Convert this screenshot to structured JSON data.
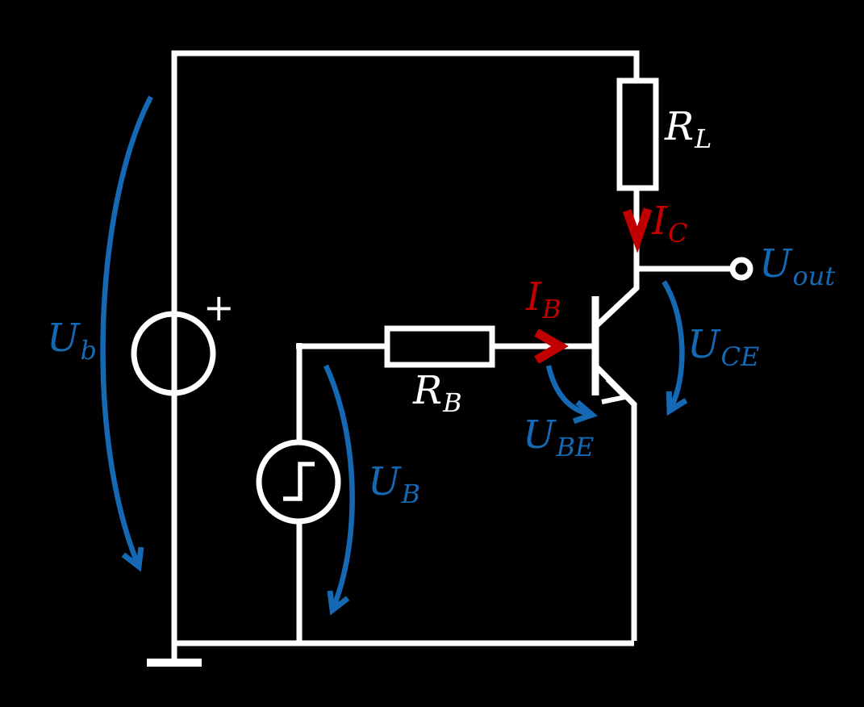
{
  "diagram": {
    "kind": "circuit-schematic",
    "colors": {
      "background": "#000000",
      "wire": "#FFFFFF",
      "voltage_annotation": "#1569B4",
      "current_annotation": "#C00000"
    },
    "labels": {
      "supply_voltage": {
        "main": "U",
        "sub": "b"
      },
      "load_resistor": {
        "main": "R",
        "sub": "L"
      },
      "collector_current": {
        "main": "I",
        "sub": "C"
      },
      "output_voltage": {
        "main": "U",
        "sub": "out"
      },
      "base_current": {
        "main": "I",
        "sub": "B"
      },
      "base_resistor": {
        "main": "R",
        "sub": "B"
      },
      "base_emitter_voltage": {
        "main": "U",
        "sub": "BE"
      },
      "collector_emitter_voltage": {
        "main": "U",
        "sub": "CE"
      },
      "input_voltage": {
        "main": "U",
        "sub": "B"
      },
      "supply_polarity": "+"
    }
  }
}
